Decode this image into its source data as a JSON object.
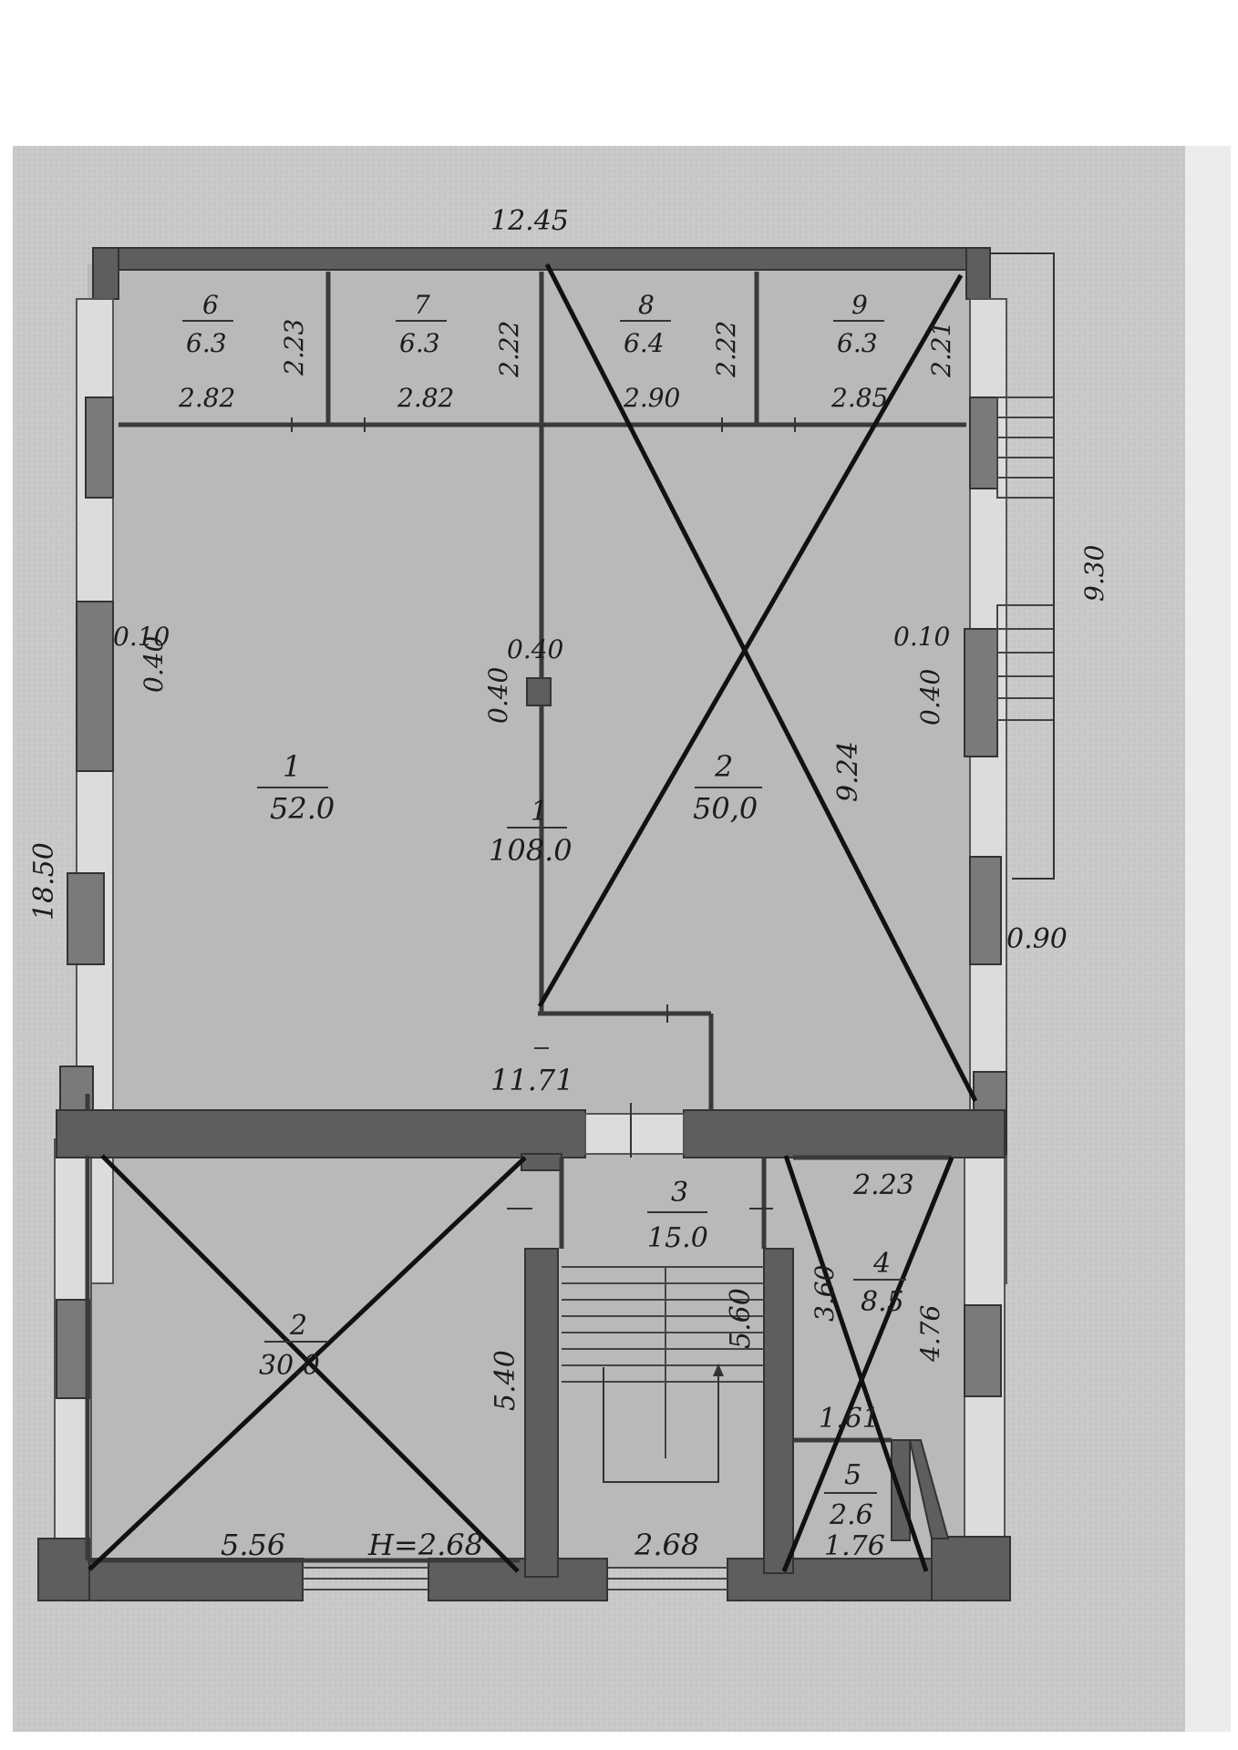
{
  "overall": {
    "width": "12.45",
    "height": "18.50",
    "gallery_width": "11.71",
    "right_height": "9.30",
    "right_offset": "0.90",
    "diagonal": "9.24",
    "ceiling": "H=2.68"
  },
  "rooms": {
    "r6": {
      "num": "6",
      "area": "6.3",
      "w": "2.82",
      "h": "2.23"
    },
    "r7": {
      "num": "7",
      "area": "6.3",
      "w": "2.82",
      "h": "2.22"
    },
    "r8": {
      "num": "8",
      "area": "6.4",
      "w": "2.90",
      "h": "2.22"
    },
    "r9": {
      "num": "9",
      "area": "6.3",
      "w": "2.85",
      "h": "2.21"
    },
    "r1": {
      "num": "1",
      "area": "52.0"
    },
    "r1_total": {
      "num": "1",
      "area": "108.0"
    },
    "r2": {
      "num": "2",
      "area": "50,0"
    },
    "r2b": {
      "num": "2",
      "area": "30.0",
      "w": "5.56",
      "h": "5.40"
    },
    "r3": {
      "num": "3",
      "area": "15.0",
      "w": "2.68",
      "h": "5.60"
    },
    "r4": {
      "num": "4",
      "area": "8.5",
      "w": "2.23",
      "h": "3.60",
      "h2": "4.76"
    },
    "r5": {
      "num": "5",
      "area": "2.6",
      "w": "1.76",
      "h": "1.61"
    }
  },
  "walls": {
    "left_t": "0.10",
    "left_w": "0.40",
    "col_w": "0.40",
    "col_h": "0.40",
    "right_t": "0.10",
    "right_w": "0.40"
  }
}
